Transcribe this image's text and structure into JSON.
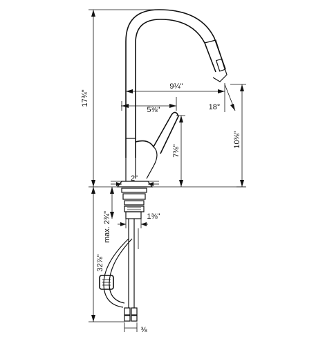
{
  "dimensions": {
    "total_height_top": "17¾\"",
    "spout_reach": "9¼\"",
    "spout_angle": "18°",
    "handle_reach": "5⅜\"",
    "spout_height": "10⅜\"",
    "handle_height": "7⅜\"",
    "base_diameter": "2\"",
    "shank_diameter": "1⅜\"",
    "max_deck_thickness": "max. 2¾\"",
    "total_height_bottom": "32⅞\"",
    "supply_connection": "⅜"
  }
}
